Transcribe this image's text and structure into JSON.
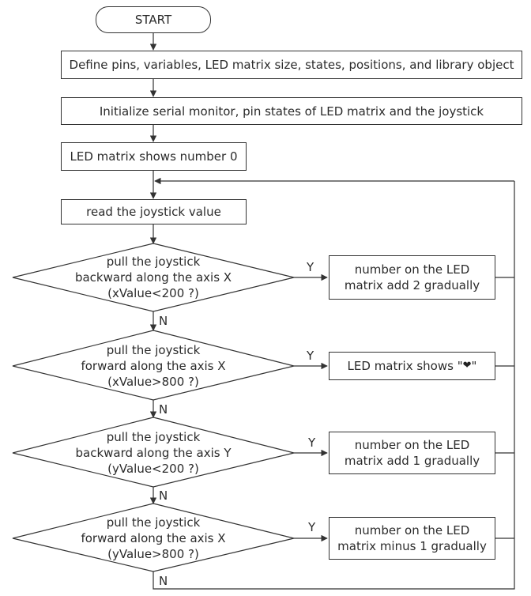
{
  "start": "START",
  "steps": {
    "define": "Define pins, variables, LED matrix size, states, positions, and library object",
    "init": "Initialize serial monitor, pin states of LED matrix and the joystick",
    "show0": "LED matrix shows number 0",
    "read": "read the joystick value"
  },
  "decisions": [
    {
      "line1": "pull the joystick",
      "line2": "backward along the axis X",
      "line3": "(xValue<200 ?)",
      "action_line1": "number on the LED",
      "action_line2": "matrix add 2 gradually"
    },
    {
      "line1": "pull the joystick",
      "line2": "forward along the axis X",
      "line3": "(xValue>800 ?)",
      "action_prefix": "LED matrix shows \"",
      "action_icon": "heart",
      "action_suffix": "\""
    },
    {
      "line1": "pull the joystick",
      "line2": "backward along the axis Y",
      "line3": "(yValue<200 ?)",
      "action_line1": "number on the LED",
      "action_line2": "matrix add 1 gradually"
    },
    {
      "line1": "pull the joystick",
      "line2": "forward along the axis X",
      "line3": "(yValue>800 ?)",
      "action_line1": "number on the LED",
      "action_line2": "matrix minus 1 gradually"
    }
  ],
  "labels": {
    "yes": "Y",
    "no": "N"
  }
}
